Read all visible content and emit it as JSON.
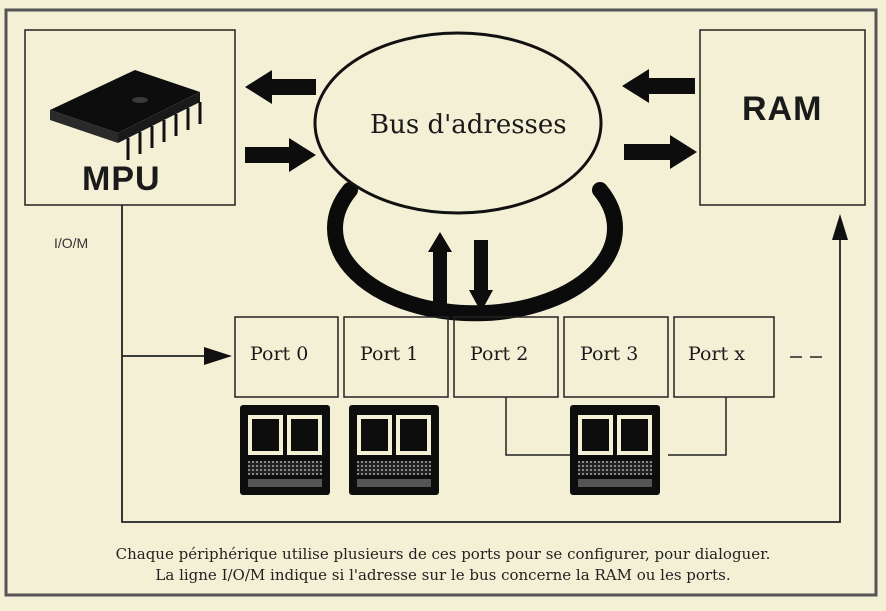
{
  "diagram": {
    "mpu_label": "MPU",
    "ram_label": "RAM",
    "bus_label": "Bus d'adresses",
    "io_label": "I/O/M",
    "ports": [
      "Port 0",
      "Port 1",
      "Port 2",
      "Port 3",
      "Port x"
    ]
  },
  "caption": {
    "line1": "Chaque périphérique utilise plusieurs de ces ports pour se configurer, pour dialoguer.",
    "line2": "La ligne I/O/M indique si l'adresse sur le bus concerne la RAM ou les ports."
  }
}
